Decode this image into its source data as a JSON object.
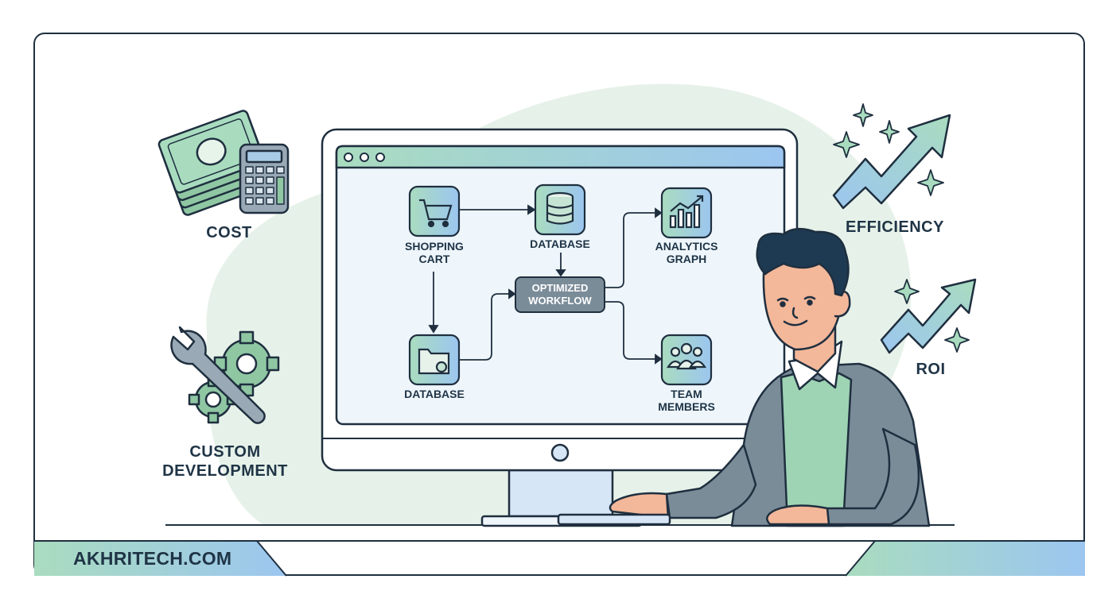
{
  "labels": {
    "cost": "COST",
    "custom_development_1": "CUSTOM",
    "custom_development_2": "DEVELOPMENT",
    "efficiency": "EFFICIENCY",
    "roi": "ROI"
  },
  "workflow": {
    "shopping_cart_1": "SHOPPING",
    "shopping_cart_2": "CART",
    "database_top": "DATABASE",
    "analytics_1": "ANALYTICS",
    "analytics_2": "GRAPH",
    "optimized_1": "OPTIMIZED",
    "optimized_2": "WORKFLOW",
    "database_bottom": "DATABASE",
    "team_1": "TEAM",
    "team_2": "MEMBERS"
  },
  "footer": {
    "site": "AKHRITECH.COM"
  },
  "colors": {
    "outline": "#1f2f3f",
    "green": "#a8d8b8",
    "blue": "#9cc6ee",
    "gray": "#7b8c99",
    "skin": "#f3b79a"
  }
}
